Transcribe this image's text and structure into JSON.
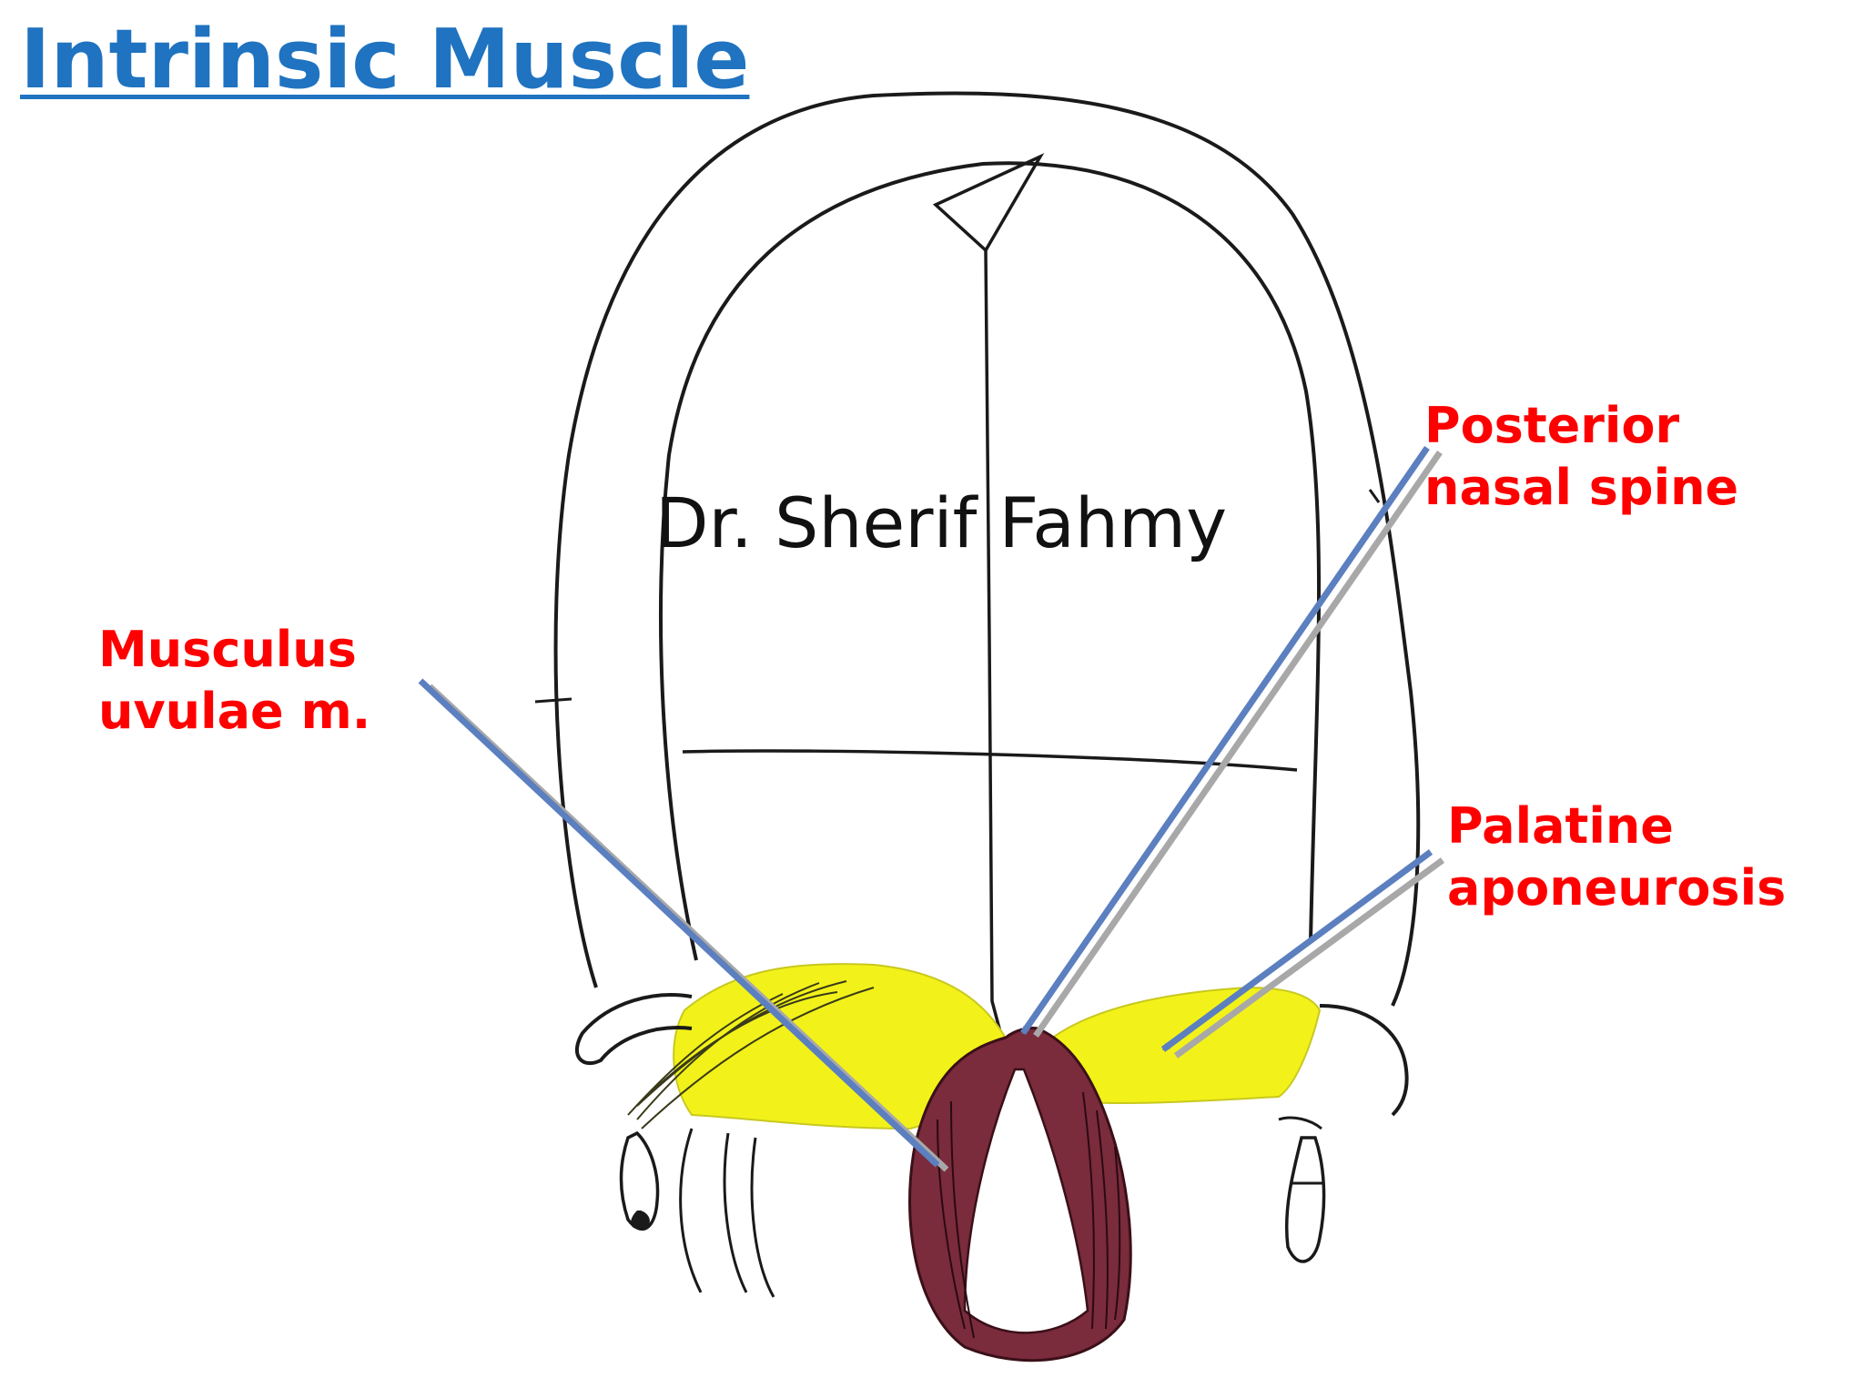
{
  "slide": {
    "title": "Intrinsic Muscle",
    "watermark": "Dr. Sherif Fahmy",
    "colors": {
      "title": "#1f73c0",
      "labels": "#ff0000",
      "pointer_arrows": "#5b7fbf",
      "palatine_aponeurosis": "#f2f21a",
      "musculus_uvulae": "#7a2b3c"
    }
  },
  "labels": {
    "posterior_nasal_spine": {
      "line1": "Posterior",
      "line2": "nasal spine"
    },
    "musculus_uvulae": {
      "line1": "Musculus",
      "line2": "uvulae m."
    },
    "palatine_aponeurosis": {
      "line1": "Palatine",
      "line2": "aponeurosis"
    }
  }
}
